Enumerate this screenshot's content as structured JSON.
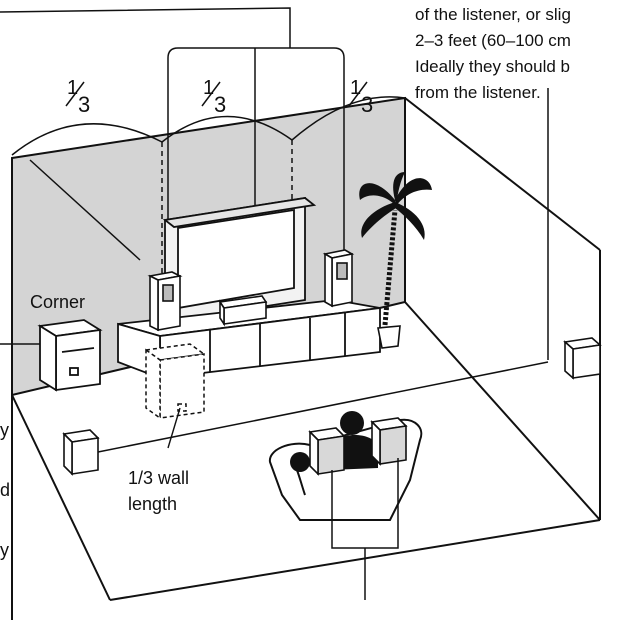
{
  "labels": {
    "corner": "Corner",
    "wall_length_line1": "1/3 wall",
    "wall_length_line2": "length",
    "fraction_num": "1",
    "fraction_den": "3"
  },
  "side_text": [
    "of the listener, or slig",
    "2–3 feet (60–100 cm",
    "Ideally they should b",
    "from the listener."
  ],
  "left_fragments": [
    "y",
    "d",
    "y"
  ]
}
